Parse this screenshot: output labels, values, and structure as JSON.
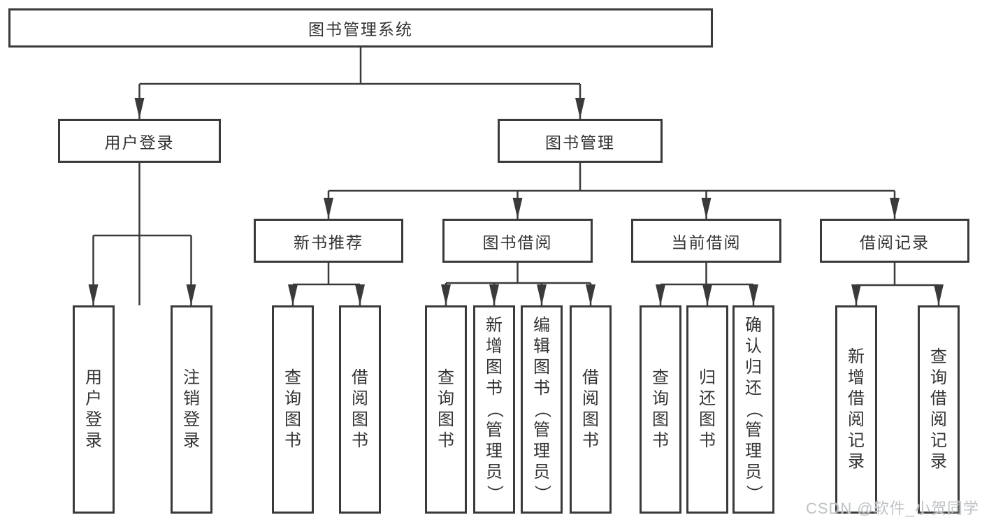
{
  "diagram": {
    "root": {
      "label": "图书管理系统"
    },
    "level2": [
      {
        "label": "用户登录"
      },
      {
        "label": "图书管理"
      }
    ],
    "level3": [
      {
        "label": "新书推荐"
      },
      {
        "label": "图书借阅"
      },
      {
        "label": "当前借阅"
      },
      {
        "label": "借阅记录"
      }
    ],
    "leaves": {
      "user_login": [
        "用户登录",
        "注销登录"
      ],
      "new_book": [
        "查询图书",
        "借阅图书"
      ],
      "book_borrow": [
        "查询图书",
        "新增图书（管理员）",
        "编辑图书（管理员）",
        "借阅图书"
      ],
      "current_borrow": [
        "查询图书",
        "归还图书",
        "确认归还（管理员）"
      ],
      "borrow_record": [
        "新增借阅记录",
        "查询借阅记录"
      ]
    }
  },
  "watermark": {
    "text": "CSDN @软件_小贺同学"
  },
  "colors": {
    "line": "#3a3a3a",
    "text": "#333333",
    "background": "#ffffff",
    "watermark": "#bcc0c3"
  }
}
